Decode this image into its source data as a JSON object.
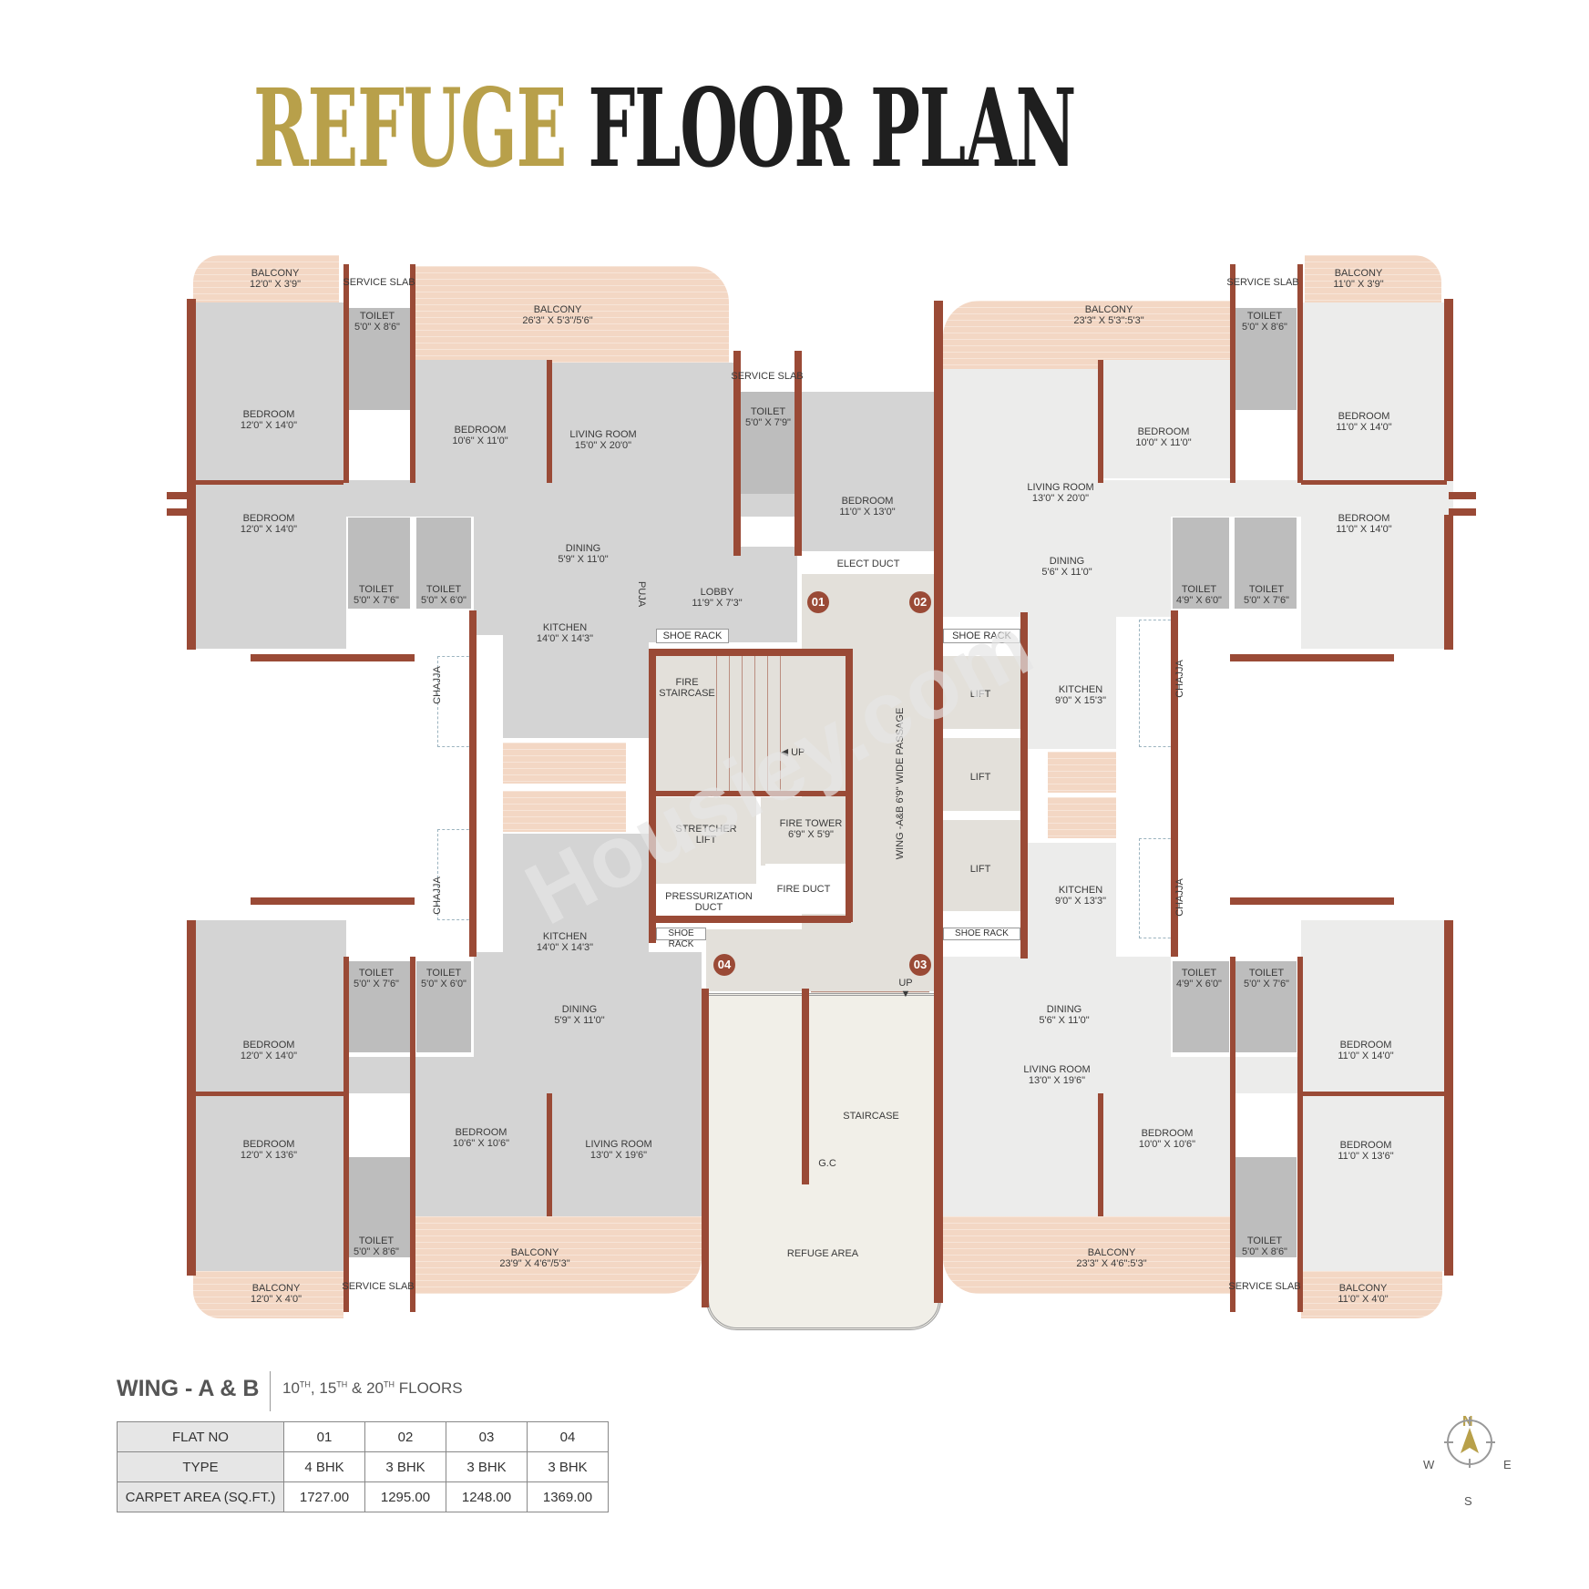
{
  "title": {
    "part1": "REFUGE",
    "part2": "FLOOR PLAN",
    "colors": {
      "gold": "#b8a04a",
      "dark": "#1f1f1f"
    }
  },
  "plan": {
    "watermark": "Housiey.com",
    "flat_badges": [
      "01",
      "02",
      "03",
      "04"
    ],
    "top_left_flat": {
      "balcony_small": {
        "name": "BALCONY",
        "size": "12'0\" X 3'9\""
      },
      "service_slab": "SERVICE SLAB",
      "balcony_large": {
        "name": "BALCONY",
        "size": "26'3\" X 5'3\"/5'6\""
      },
      "bedroom_1": {
        "name": "BEDROOM",
        "size": "12'0\" X 14'0\""
      },
      "toilet_1": {
        "name": "TOILET",
        "size": "5'0\" X 8'6\""
      },
      "bedroom_2": {
        "name": "BEDROOM",
        "size": "10'6\" X 11'0\""
      },
      "living_room": {
        "name": "LIVING ROOM",
        "size": "15'0\" X 20'0\""
      },
      "bedroom_3": {
        "name": "BEDROOM",
        "size": "12'0\" X 14'0\""
      },
      "toilet_2": {
        "name": "TOILET",
        "size": "5'0\" X 7'6\""
      },
      "toilet_3": {
        "name": "TOILET",
        "size": "5'0\" X 6'0\""
      },
      "dining": {
        "name": "DINING",
        "size": "5'9\" X 11'0\""
      },
      "kitchen": {
        "name": "KITCHEN",
        "size": "14'0\" X 14'3\""
      },
      "puja": "PUJA",
      "chajja": "CHAJJA",
      "service_slab_2": "SERVICE SLAB",
      "toilet_4": {
        "name": "TOILET",
        "size": "5'0\" X 7'9\""
      },
      "bedroom_4": {
        "name": "BEDROOM",
        "size": "11'0\" X 13'0\""
      }
    },
    "top_right_flat": {
      "balcony_large": {
        "name": "BALCONY",
        "size": "23'3\" X 5'3\":5'3\""
      },
      "service_slab": "SERVICE SLAB",
      "balcony_small": {
        "name": "BALCONY",
        "size": "11'0\" X 3'9\""
      },
      "toilet_1": {
        "name": "TOILET",
        "size": "5'0\" X 8'6\""
      },
      "bedroom_1": {
        "name": "BEDROOM",
        "size": "10'0\" X 11'0\""
      },
      "bedroom_2": {
        "name": "BEDROOM",
        "size": "11'0\" X 14'0\""
      },
      "living_room": {
        "name": "LIVING ROOM",
        "size": "13'0\" X 20'0\""
      },
      "bedroom_3": {
        "name": "BEDROOM",
        "size": "11'0\" X 14'0\""
      },
      "dining": {
        "name": "DINING",
        "size": "5'6\" X 11'0\""
      },
      "toilet_2": {
        "name": "TOILET",
        "size": "4'9\" X 6'0\""
      },
      "toilet_3": {
        "name": "TOILET",
        "size": "5'0\" X 7'6\""
      },
      "kitchen": {
        "name": "KITCHEN",
        "size": "9'0\" X 15'3\""
      },
      "chajja": "CHAJJA"
    },
    "core": {
      "elect_duct": "ELECT DUCT",
      "lobby": {
        "name": "LOBBY",
        "size": "11'9\" X 7'3\""
      },
      "shoe_rack_tl": "SHOE RACK",
      "shoe_rack_tr": "SHOE RACK",
      "shoe_rack_bl": "SHOE RACK",
      "shoe_rack_br": "SHOE RACK",
      "fire_staircase": "FIRE STAIRCASE",
      "up_1": "UP",
      "up_2": "UP",
      "stretcher_lift": "STRETCHER LIFT",
      "fire_tower": {
        "name": "FIRE TOWER",
        "size": "6'9\" X 5'9\""
      },
      "pressurization_duct": "PRESSURIZATION DUCT",
      "fire_duct": "FIRE DUCT",
      "passage": "WING -A&B 6'9\" WIDE PASSAGE",
      "lifts": [
        "LIFT",
        "LIFT",
        "LIFT"
      ],
      "staircase": "STAIRCASE",
      "gc": "G.C",
      "refuge_area": "REFUGE AREA"
    },
    "bottom_left_flat": {
      "kitchen": {
        "name": "KITCHEN",
        "size": "14'0\" X 14'3\""
      },
      "chajja": "CHAJJA",
      "toilet_1": {
        "name": "TOILET",
        "size": "5'0\" X 7'6\""
      },
      "toilet_2": {
        "name": "TOILET",
        "size": "5'0\" X 6'0\""
      },
      "dining": {
        "name": "DINING",
        "size": "5'9\" X 11'0\""
      },
      "bedroom_1": {
        "name": "BEDROOM",
        "size": "12'0\" X 14'0\""
      },
      "bedroom_2": {
        "name": "BEDROOM",
        "size": "12'0\" X 13'6\""
      },
      "bedroom_3": {
        "name": "BEDROOM",
        "size": "10'6\" X 10'6\""
      },
      "living_room": {
        "name": "LIVING ROOM",
        "size": "13'0\" X 19'6\""
      },
      "toilet_3": {
        "name": "TOILET",
        "size": "5'0\" X 8'6\""
      },
      "balcony_large": {
        "name": "BALCONY",
        "size": "23'9\" X 4'6\"/5'3\""
      },
      "service_slab": "SERVICE SLAB",
      "balcony_small": {
        "name": "BALCONY",
        "size": "12'0\" X 4'0\""
      }
    },
    "bottom_right_flat": {
      "kitchen": {
        "name": "KITCHEN",
        "size": "9'0\" X 13'3\""
      },
      "chajja": "CHAJJA",
      "toilet_1": {
        "name": "TOILET",
        "size": "4'9\" X 6'0\""
      },
      "toilet_2": {
        "name": "TOILET",
        "size": "5'0\" X 7'6\""
      },
      "dining": {
        "name": "DINING",
        "size": "5'6\" X 11'0\""
      },
      "living_room": {
        "name": "LIVING ROOM",
        "size": "13'0\" X 19'6\""
      },
      "bedroom_1": {
        "name": "BEDROOM",
        "size": "11'0\" X 14'0\""
      },
      "bedroom_2": {
        "name": "BEDROOM",
        "size": "10'0\" X 10'6\""
      },
      "bedroom_3": {
        "name": "BEDROOM",
        "size": "11'0\" X 13'6\""
      },
      "toilet_3": {
        "name": "TOILET",
        "size": "5'0\" X 8'6\""
      },
      "balcony_large": {
        "name": "BALCONY",
        "size": "23'3\" X 4'6\":5'3\""
      },
      "service_slab": "SERVICE SLAB",
      "balcony_small": {
        "name": "BALCONY",
        "size": "11'0\" X 4'0\""
      }
    }
  },
  "legend": {
    "wing": "WING - A & B",
    "floors": {
      "f1": "10",
      "f2": "15",
      "f3": "20",
      "suffix": "TH",
      "tail": "FLOORS"
    },
    "table": {
      "headers": [
        "FLAT NO",
        "TYPE",
        "CARPET AREA (SQ.FT.)"
      ],
      "flat_no": [
        "01",
        "02",
        "03",
        "04"
      ],
      "type": [
        "4 BHK",
        "3 BHK",
        "3 BHK",
        "3 BHK"
      ],
      "carpet_area": [
        "1727.00",
        "1295.00",
        "1248.00",
        "1369.00"
      ]
    }
  },
  "compass": {
    "n": "N",
    "s": "S",
    "e": "E",
    "w": "W",
    "accent": "#b8a04a"
  },
  "colors": {
    "wall": "#9a4a36",
    "balcony": "#f3d7c4",
    "room_grey": "#d4d4d4",
    "room_light": "#ececeb",
    "core": "#e3e0da"
  }
}
